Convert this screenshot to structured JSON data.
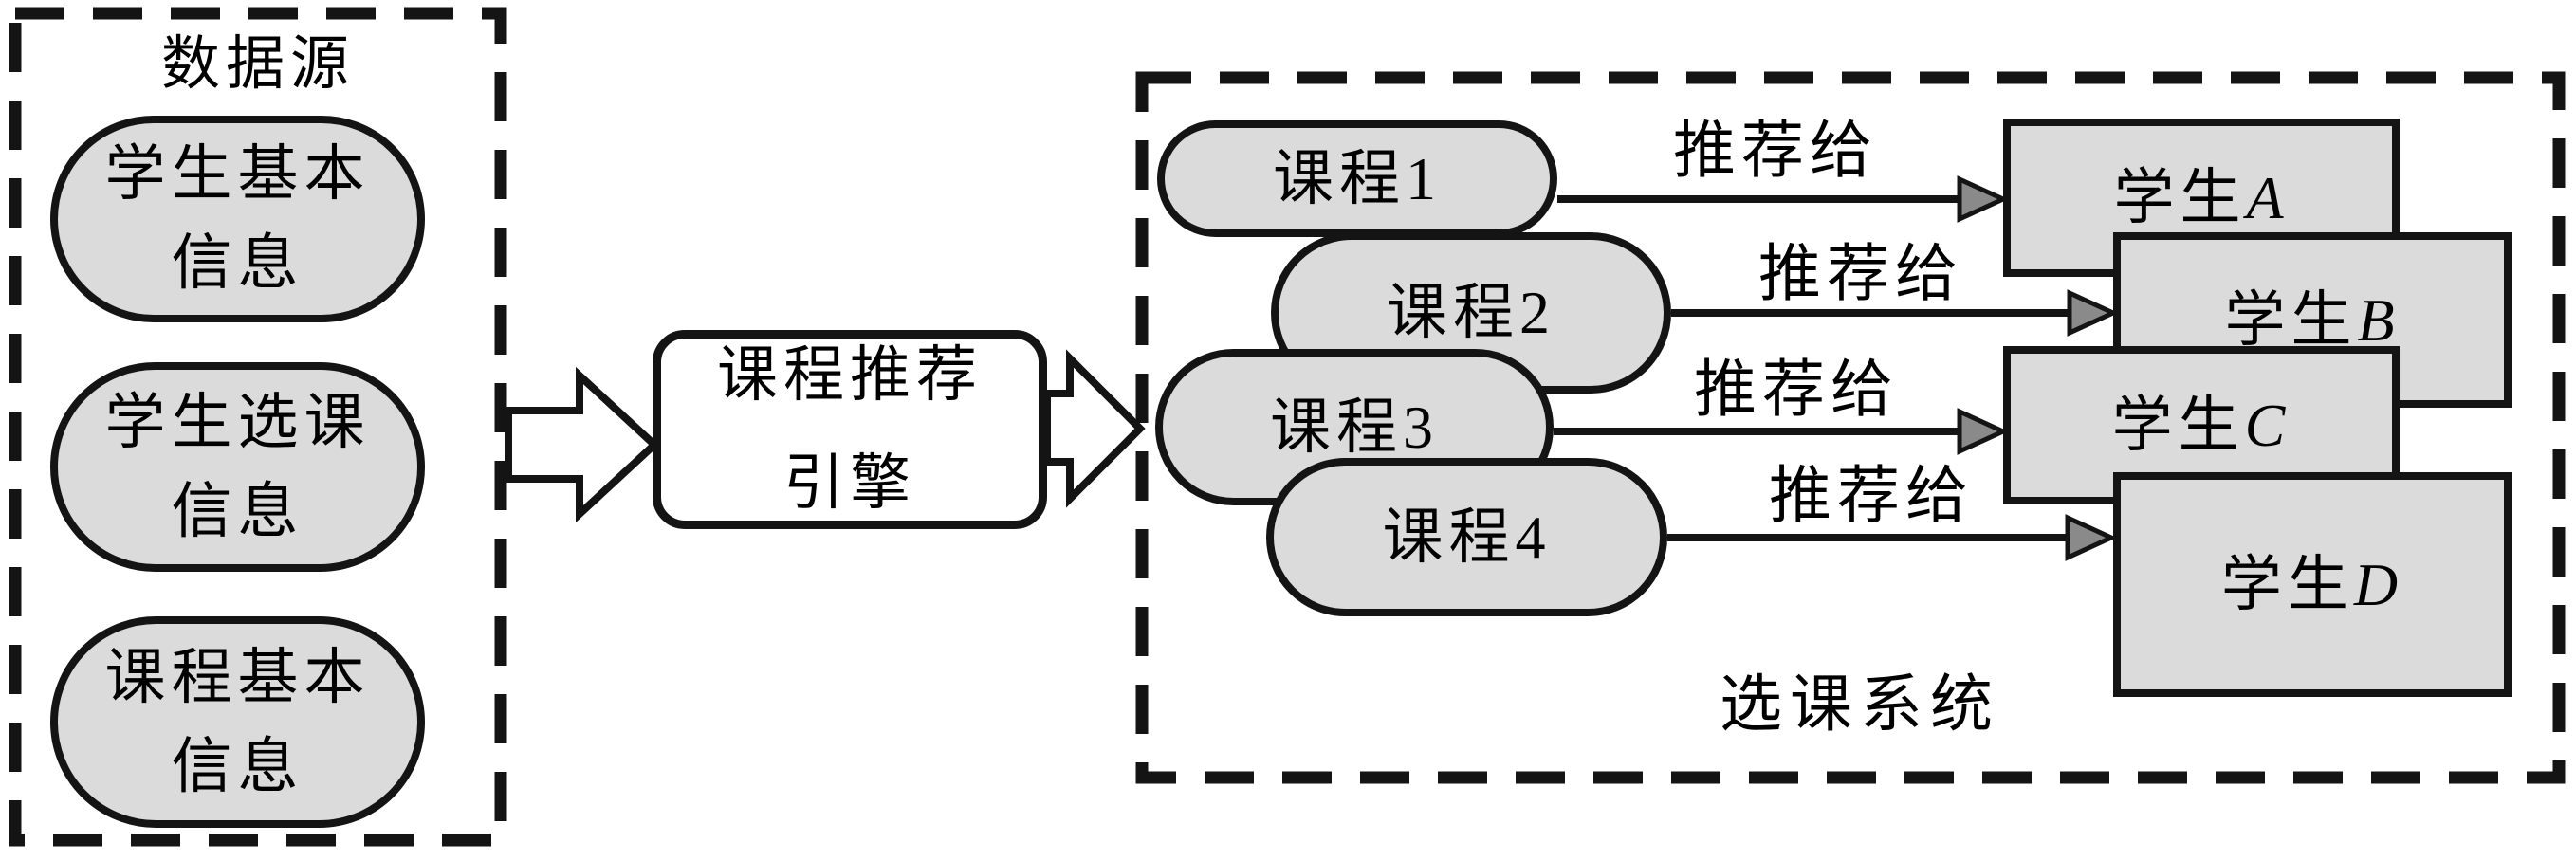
{
  "left_box": {
    "title": "数据源",
    "items": [
      {
        "line1": "学生基本",
        "line2": "信息"
      },
      {
        "line1": "学生选课",
        "line2": "信息"
      },
      {
        "line1": "课程基本",
        "line2": "信息"
      }
    ]
  },
  "engine": {
    "line1": "课程推荐",
    "line2": "引擎"
  },
  "right_box": {
    "title": "选课系统",
    "courses": [
      {
        "label": "课程1"
      },
      {
        "label": "课程2"
      },
      {
        "label": "课程3"
      },
      {
        "label": "课程4"
      }
    ],
    "links": [
      {
        "label": "推荐给"
      },
      {
        "label": "推荐给"
      },
      {
        "label": "推荐给"
      },
      {
        "label": "推荐给"
      }
    ],
    "students": [
      {
        "prefix": "学生",
        "letter": "A"
      },
      {
        "prefix": "学生",
        "letter": "B"
      },
      {
        "prefix": "学生",
        "letter": "C"
      },
      {
        "prefix": "学生",
        "letter": "D"
      }
    ]
  },
  "colors": {
    "fill_gray": "#dbdbdb",
    "arrow_gray": "#8a8a8a",
    "stroke": "#141414"
  }
}
